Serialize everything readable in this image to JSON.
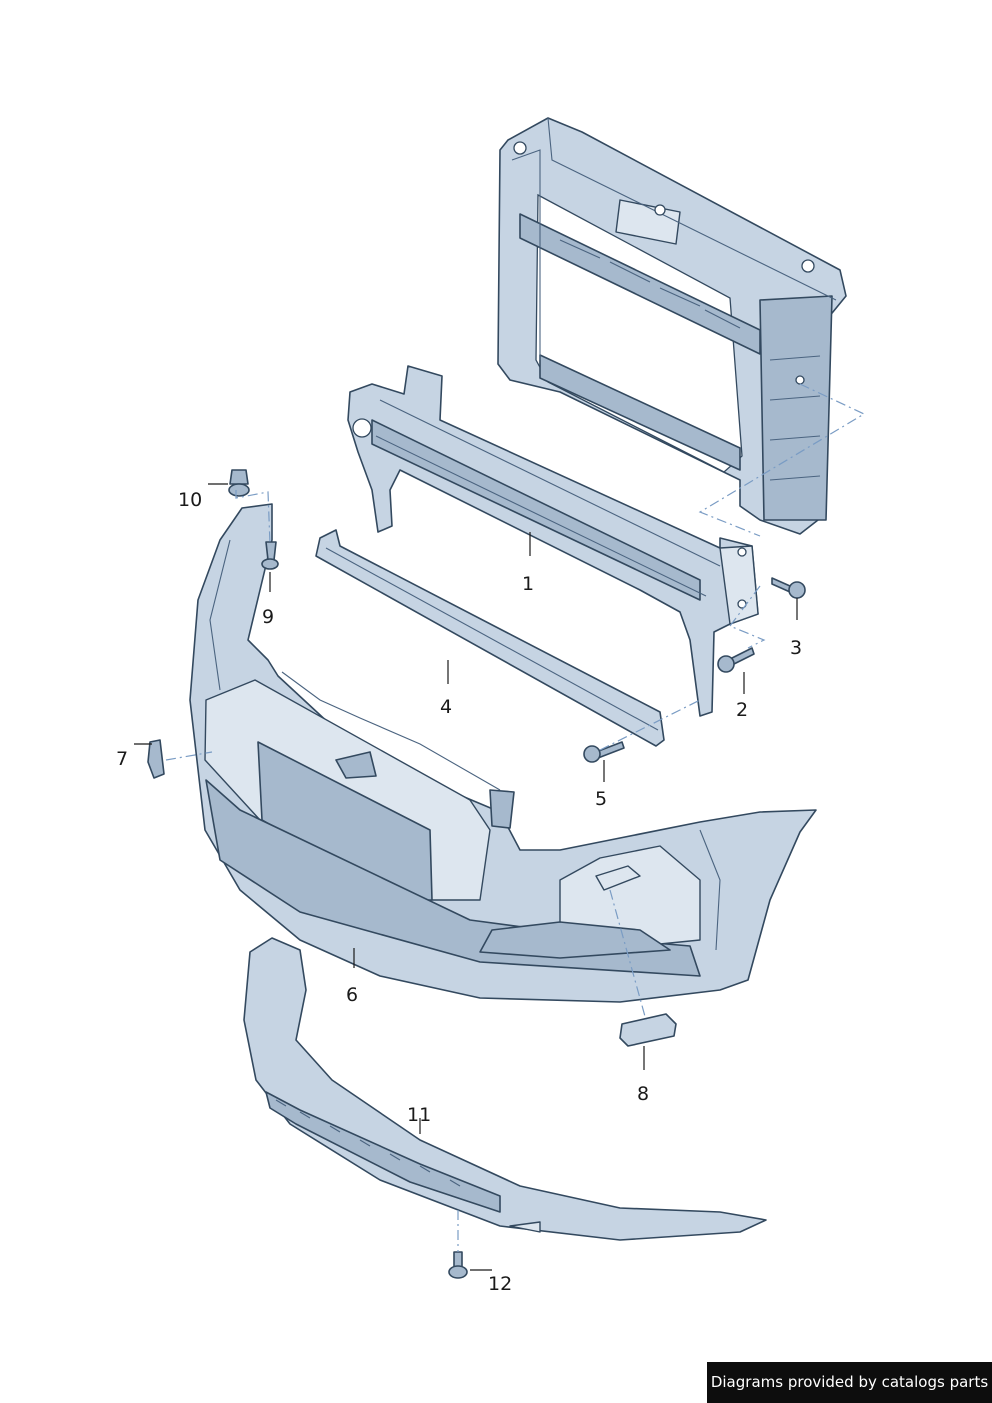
{
  "callouts": [
    {
      "id": "1",
      "label": "1"
    },
    {
      "id": "2",
      "label": "2"
    },
    {
      "id": "3",
      "label": "3"
    },
    {
      "id": "4",
      "label": "4"
    },
    {
      "id": "5",
      "label": "5"
    },
    {
      "id": "6",
      "label": "6"
    },
    {
      "id": "7",
      "label": "7"
    },
    {
      "id": "8",
      "label": "8"
    },
    {
      "id": "9",
      "label": "9"
    },
    {
      "id": "10",
      "label": "10"
    },
    {
      "id": "11",
      "label": "11"
    },
    {
      "id": "12",
      "label": "12"
    }
  ],
  "credit": "Diagrams provided by catalogs parts",
  "colors": {
    "part_fill": "#c6d4e3",
    "part_outline": "#33495f",
    "credit_background": "#0d0d0d"
  }
}
